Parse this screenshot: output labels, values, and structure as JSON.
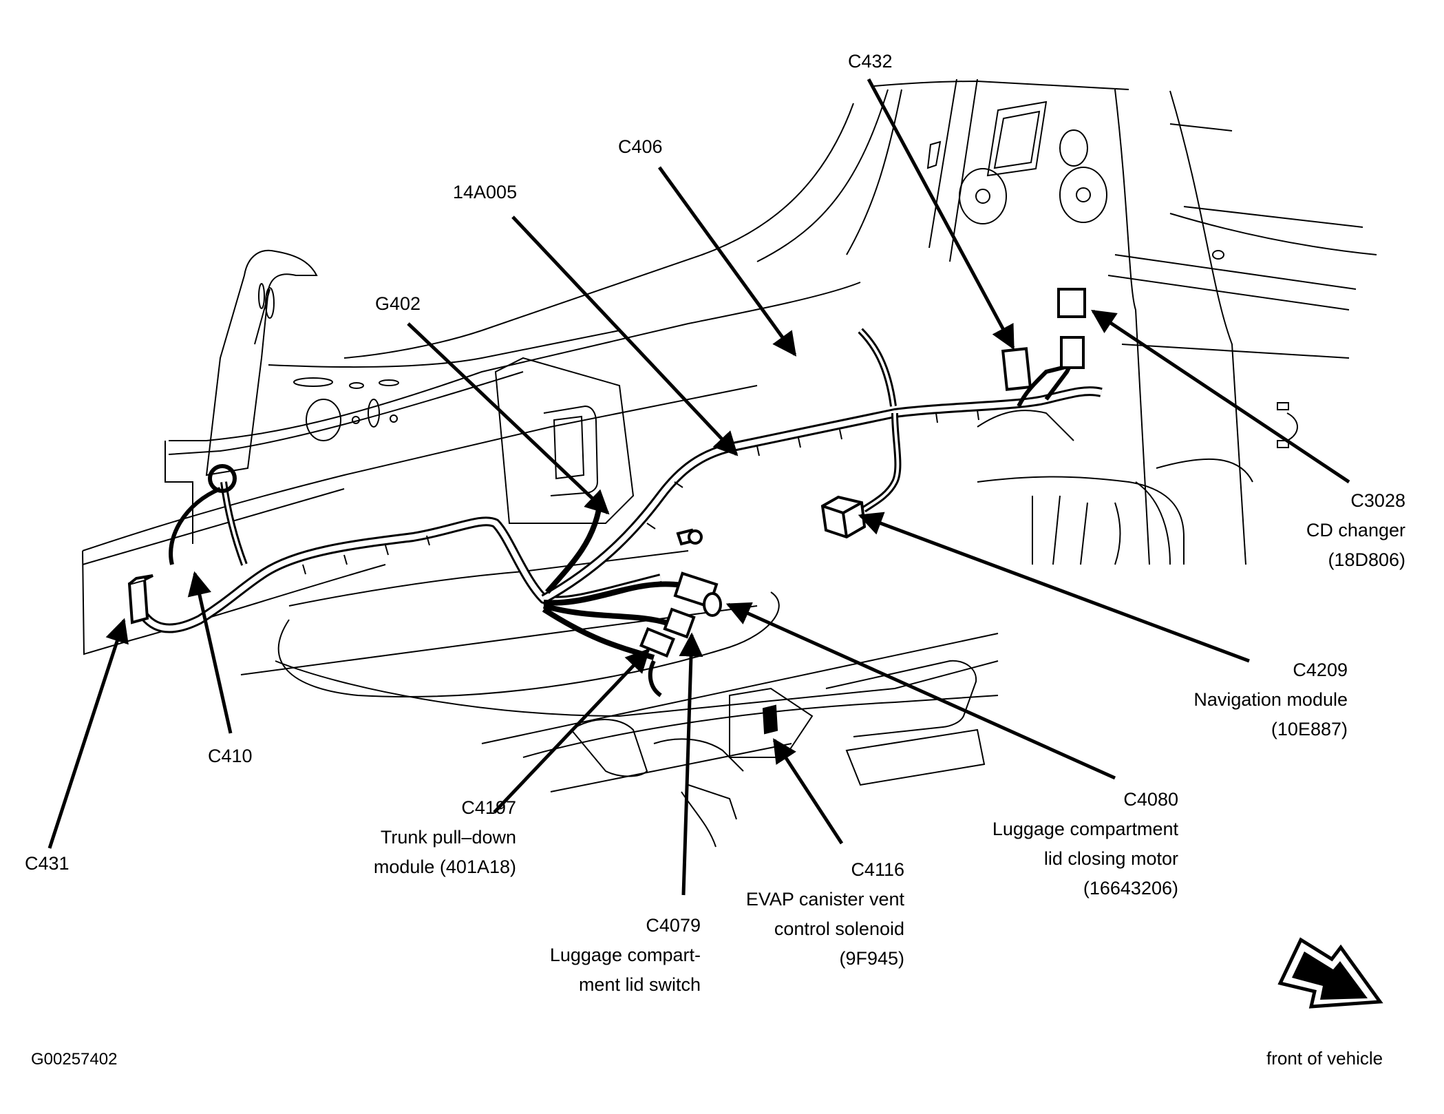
{
  "figure_id": "G00257402",
  "orientation": {
    "label": "front of vehicle",
    "icon": "front-direction-arrow-icon"
  },
  "callouts": [
    {
      "id": "C432",
      "lines": []
    },
    {
      "id": "C406",
      "lines": []
    },
    {
      "id": "14A005",
      "lines": []
    },
    {
      "id": "G402",
      "lines": []
    },
    {
      "id": "C3028",
      "lines": [
        "CD changer",
        "(18D806)"
      ]
    },
    {
      "id": "C4209",
      "lines": [
        "Navigation module",
        "(10E887)"
      ]
    },
    {
      "id": "C4080",
      "lines": [
        "Luggage compartment",
        "lid closing motor",
        "(16643206)"
      ]
    },
    {
      "id": "C4116",
      "lines": [
        "EVAP canister vent",
        "control solenoid",
        "(9F945)"
      ]
    },
    {
      "id": "C4079",
      "lines": [
        "Luggage compart-",
        "ment lid switch"
      ]
    },
    {
      "id": "C4197",
      "lines": [
        "Trunk pull–down",
        "module (401A18)"
      ]
    },
    {
      "id": "C410",
      "lines": []
    },
    {
      "id": "C431",
      "lines": []
    }
  ],
  "colors": {
    "ink": "#000000",
    "paper": "#ffffff"
  }
}
